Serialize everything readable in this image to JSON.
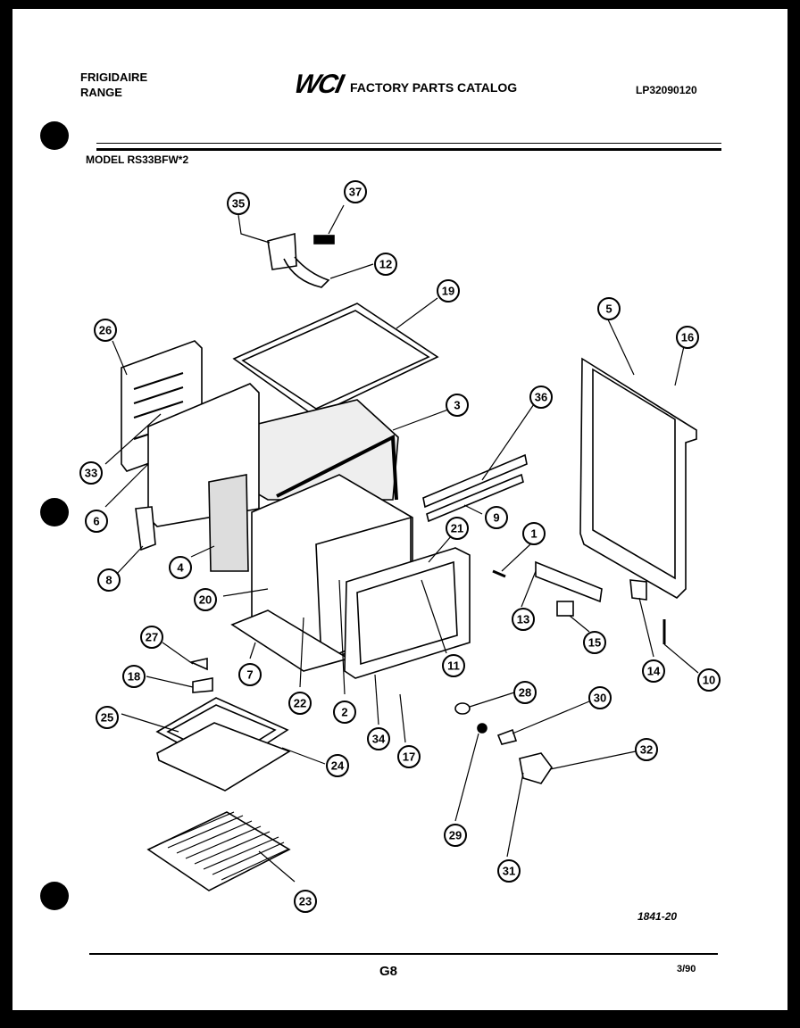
{
  "header": {
    "brand_line1": "FRIGIDAIRE",
    "brand_line2": "RANGE",
    "logo": "WCI",
    "catalog_title": "FACTORY PARTS CATALOG",
    "catalog_number": "LP32090120",
    "model": "MODEL RS33BFW*2"
  },
  "footer": {
    "drawing_number": "1841-20",
    "page_label": "G8",
    "date": "3/90"
  },
  "callouts": [
    "35",
    "37",
    "12",
    "19",
    "26",
    "3",
    "36",
    "5",
    "16",
    "33",
    "6",
    "9",
    "1",
    "8",
    "4",
    "21",
    "20",
    "13",
    "15",
    "27",
    "7",
    "22",
    "2",
    "11",
    "14",
    "10",
    "18",
    "28",
    "30",
    "25",
    "34",
    "17",
    "24",
    "32",
    "29",
    "31",
    "23"
  ],
  "colors": {
    "ink": "#000000",
    "paper": "#ffffff"
  }
}
